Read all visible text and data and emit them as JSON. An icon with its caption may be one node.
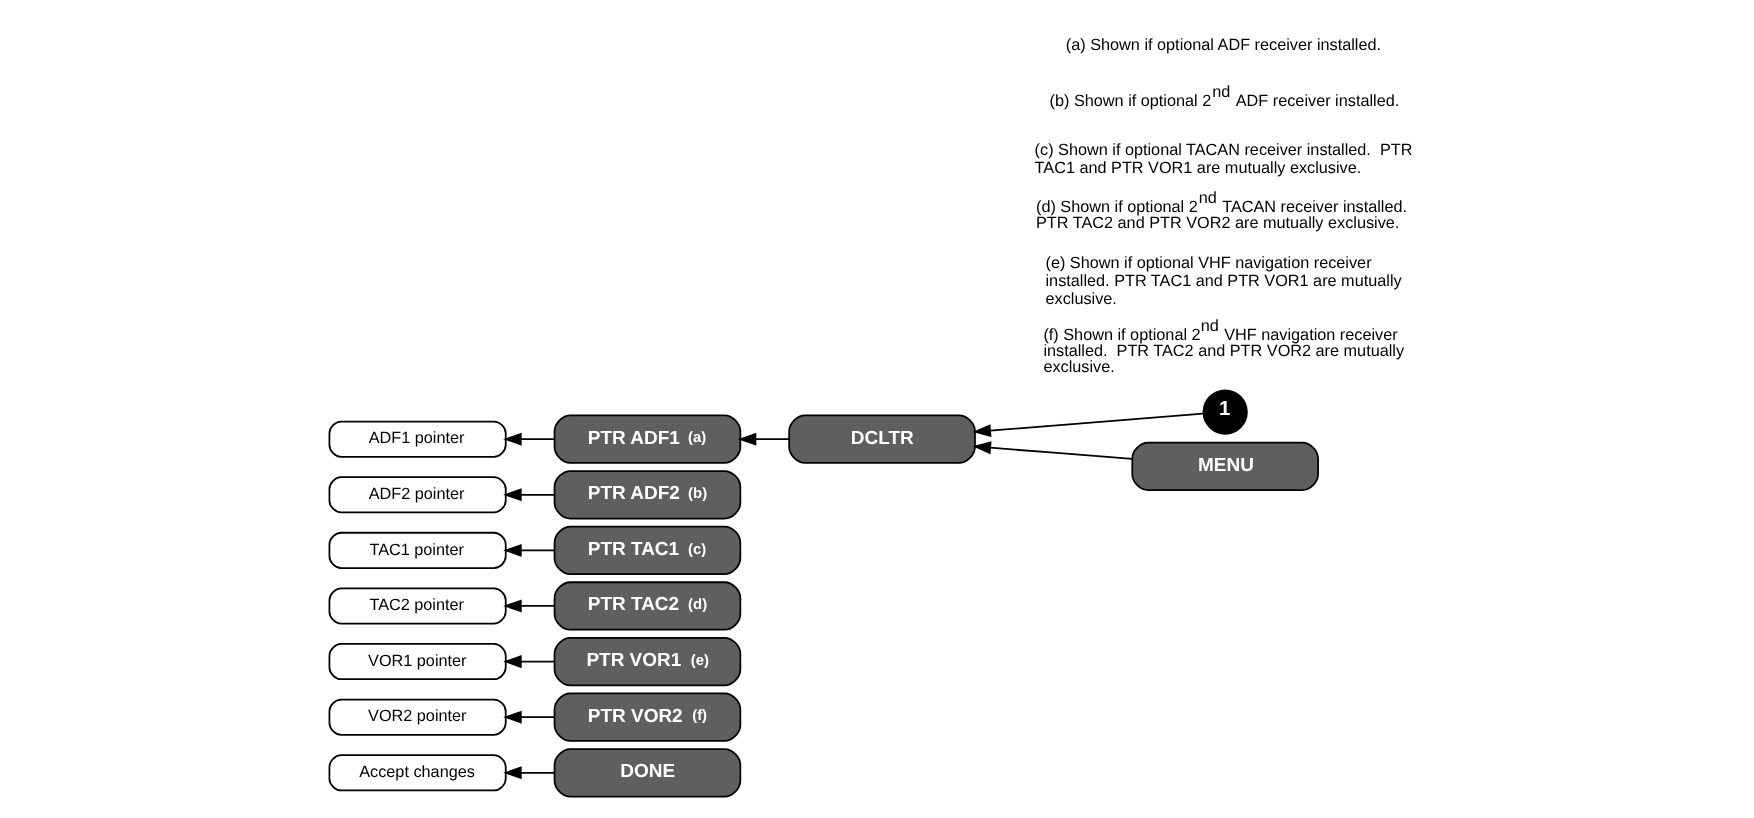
{
  "diagram": {
    "nodes": [
      {
        "text": [
          "MENU"
        ]
      },
      {
        "text": [
          "DCLTR"
        ]
      },
      {
        "text": [
          "1"
        ]
      },
      {
        "text": [
          "PTR ADF1",
          "(a)"
        ]
      },
      {
        "text": [
          "PTR ADF2",
          "(b)"
        ]
      },
      {
        "text": [
          "PTR TAC1",
          "(c)"
        ]
      },
      {
        "text": [
          "PTR TAC2",
          "(d)"
        ]
      },
      {
        "text": [
          "PTR VOR1",
          "(e)"
        ]
      },
      {
        "text": [
          "PTR VOR2",
          "(f)"
        ]
      },
      {
        "text": [
          "DONE"
        ]
      },
      {
        "text": [
          "ADF1 pointer"
        ]
      },
      {
        "text": [
          "ADF2 pointer"
        ]
      },
      {
        "text": [
          "TAC1 pointer"
        ]
      },
      {
        "text": [
          "TAC2 pointer"
        ]
      },
      {
        "text": [
          "VOR1 pointer"
        ]
      },
      {
        "text": [
          "VOR2 pointer"
        ]
      },
      {
        "text": [
          "Accept changes"
        ]
      }
    ],
    "edges": [
      {
        "from": 0,
        "to": 1,
        "arrow": "to"
      },
      {
        "from": 2,
        "to": 1,
        "arrow": "to"
      },
      {
        "from": 1,
        "to": 3,
        "arrow": "to"
      },
      {
        "from": 3,
        "to": 10,
        "arrow": "to"
      },
      {
        "from": 4,
        "to": 11,
        "arrow": "to"
      },
      {
        "from": 5,
        "to": 12,
        "arrow": "to"
      },
      {
        "from": 6,
        "to": 13,
        "arrow": "to"
      },
      {
        "from": 7,
        "to": 14,
        "arrow": "to"
      },
      {
        "from": 8,
        "to": 15,
        "arrow": "to"
      },
      {
        "from": 9,
        "to": 16,
        "arrow": "to"
      }
    ],
    "labels": [
      "(a) Shown if optional ADF receiver installed.",
      "(b) Shown if optional 2$^{nd}$ ADF receiver installed.",
      "(c) Shown if optional TACAN receiver installed.  PTR TAC1 and PTR VOR1 are mutually exclusive.",
      "(d) Shown if optional 2$^{nd}$ TACAN receiver installed.  PTR TAC2 and PTR VOR2 are mutually exclusive.",
      "(e) Shown if optional VHF navigation receiver installed. PTR TAC1 and PTR VOR1 are mutually exclusive.",
      "(f) Shown if optional 2$^{nd}$ VHF navigation receiver installed.  PTR TAC2 and PTR VOR2 are mutually exclusive."
    ]
  }
}
